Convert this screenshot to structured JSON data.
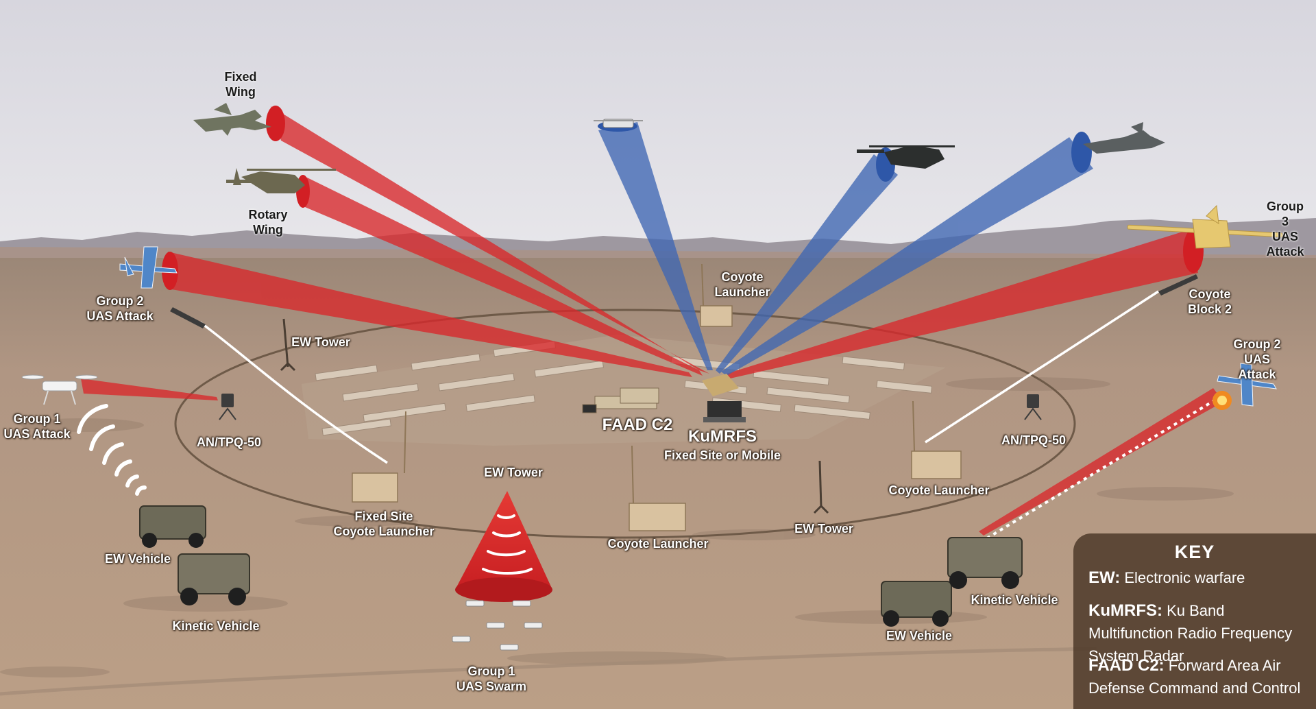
{
  "labels": {
    "fixed_wing": "Fixed\nWing",
    "rotary_wing": "Rotary\nWing",
    "group2_left": "Group 2\nUAS Attack",
    "group1_left": "Group 1\nUAS Attack",
    "ew_tower_top": "EW Tower",
    "antpq_left": "AN/TPQ-50",
    "coyote_launcher_top": "Coyote\nLauncher",
    "group3": "Group 3\nUAS Attack",
    "coyote_block2": "Coyote\nBlock 2",
    "group2_right": "Group 2\nUAS Attack",
    "antpq_right": "AN/TPQ-50",
    "faad_c2": "FAAD C2",
    "kumrfs": "KuMRFS",
    "kumrfs_sub": "Fixed Site or Mobile",
    "ew_tower_center": "EW Tower",
    "fixed_site_coyote": "Fixed Site\nCoyote Launcher",
    "coyote_launcher_center": "Coyote Launcher",
    "coyote_launcher_right": "Coyote Launcher",
    "ew_tower_right": "EW Tower",
    "ew_vehicle_left": "EW Vehicle",
    "kinetic_vehicle_left": "Kinetic Vehicle",
    "group1_swarm": "Group 1\nUAS Swarm",
    "ew_vehicle_right": "EW Vehicle",
    "kinetic_vehicle_right": "Kinetic Vehicle"
  },
  "key": {
    "title": "KEY",
    "ew_abbr": "EW:",
    "ew_def": "Electronic warfare",
    "kumrfs_abbr": "KuMRFS:",
    "kumrfs_def": "Ku Band Multifunction Radio Frequency System Radar",
    "faad_abbr": "FAAD C2:",
    "faad_def": "Forward Area Air Defense Command and Control"
  },
  "colors": {
    "red_beam": "#d9282b",
    "blue_beam": "#3f67b3",
    "sky": "#dcdde4",
    "desert": "#b59a82",
    "key_bg": "#4e3a2a"
  }
}
